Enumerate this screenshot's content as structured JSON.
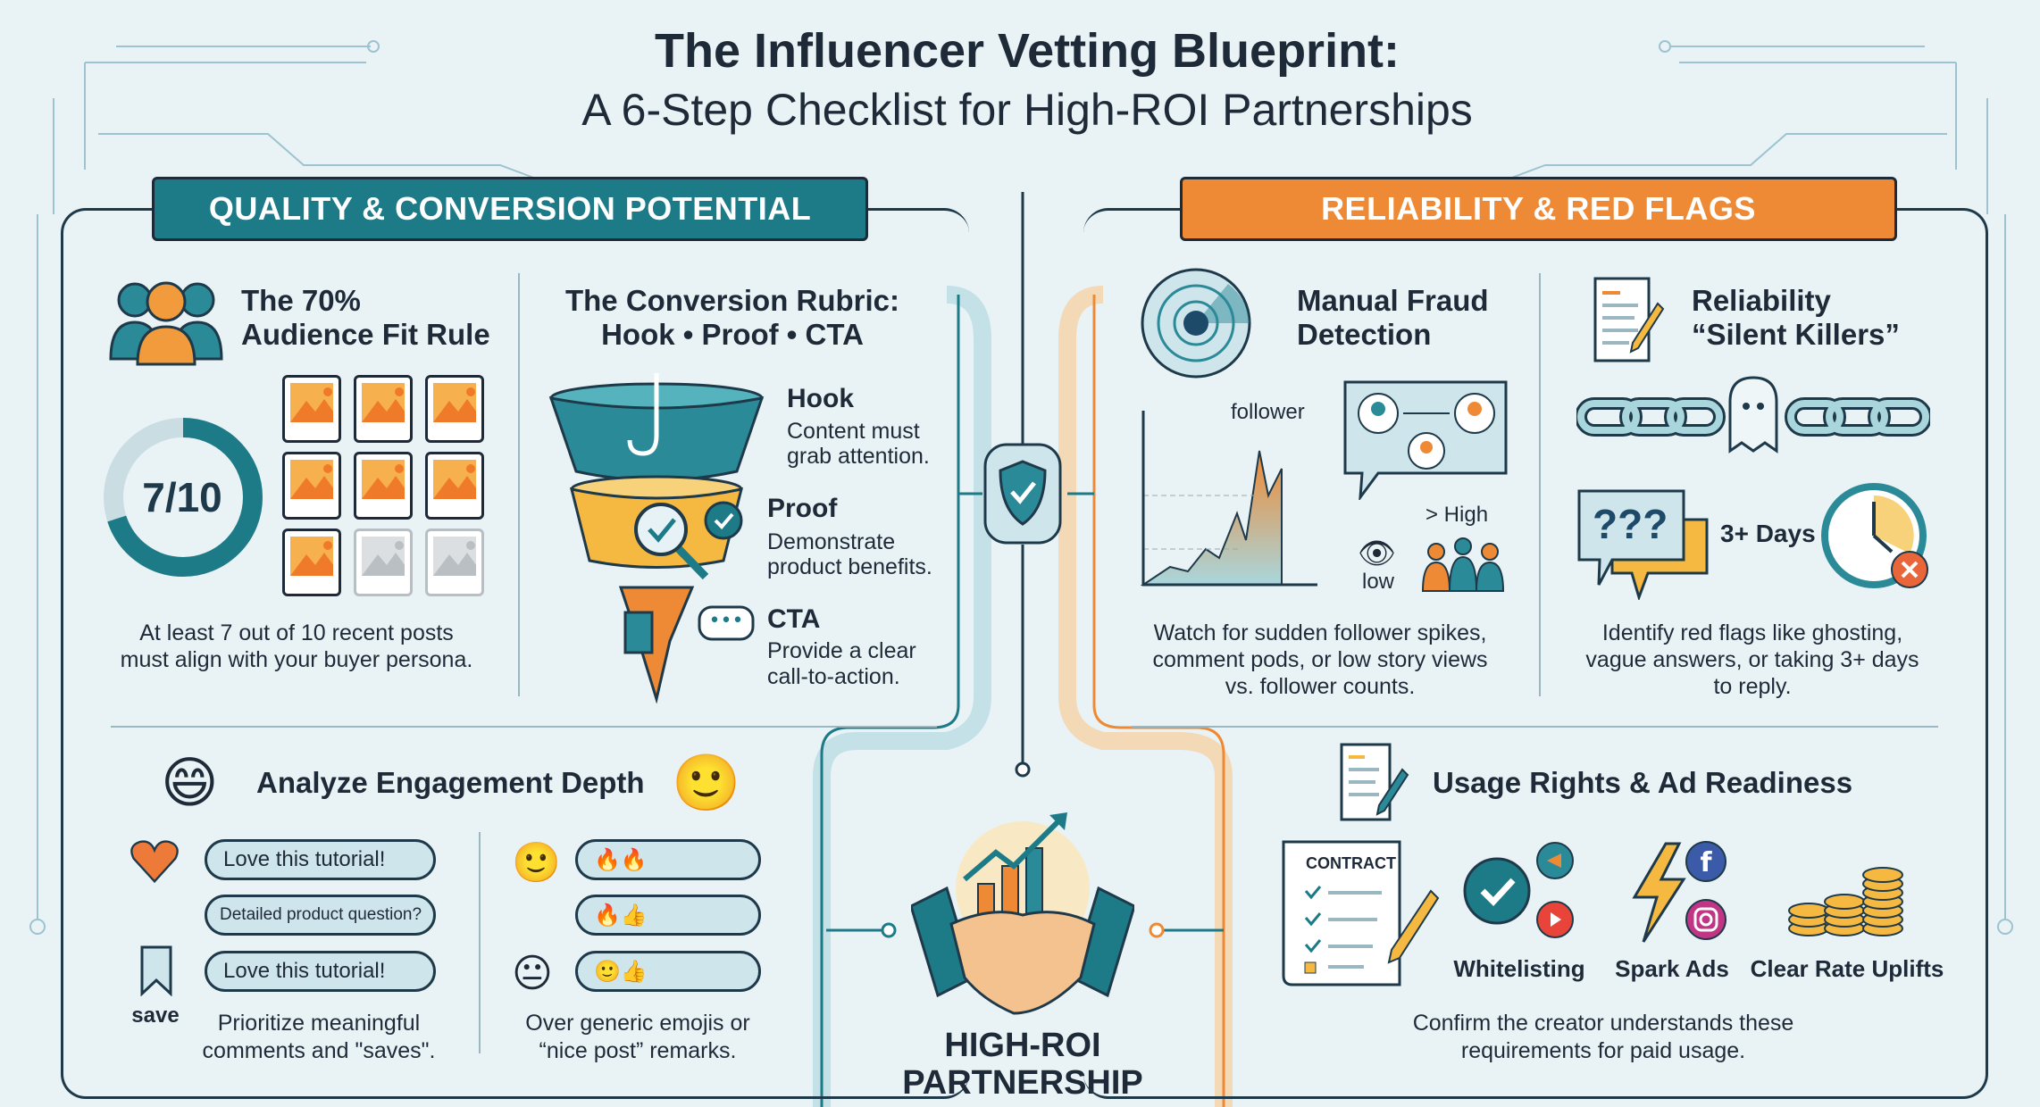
{
  "title": {
    "line1": "The Influencer Vetting Blueprint:",
    "line2": "A 6-Step Checklist for High-ROI Partnerships"
  },
  "colors": {
    "teal": "#1d7a87",
    "orange": "#ee8a35",
    "text": "#1e2a38",
    "background": "#e9f3f6"
  },
  "left": {
    "banner": "QUALITY & CONVERSION POTENTIAL",
    "fit_rule": {
      "title_line1": "The 70%",
      "title_line2": "Audience Fit Rule",
      "score": "7/10",
      "score_fraction": 0.7,
      "posts_matching": 7,
      "posts_total": 9,
      "caption_line1": "At least 7 out of 10 recent posts",
      "caption_line2": "must align with your buyer persona."
    },
    "rubric": {
      "title_line1": "The Conversion Rubric:",
      "title_line2": "Hook • Proof • CTA",
      "steps": [
        {
          "label": "Hook",
          "desc1": "Content must",
          "desc2": "grab attention."
        },
        {
          "label": "Proof",
          "desc1": "Demonstrate",
          "desc2": "product benefits."
        },
        {
          "label": "CTA",
          "desc1": "Provide a clear",
          "desc2": "call-to-action."
        }
      ]
    },
    "engagement": {
      "title": "Analyze Engagement Depth",
      "comments": [
        "Love this tutorial!",
        "Detailed product question?",
        "Love this tutorial!"
      ],
      "generic_comments": [
        "🔥🔥",
        "🔥👍",
        "🙂👍"
      ],
      "save_label": "save",
      "caption_left": [
        "Prioritize meaningful",
        "comments and \"saves\"."
      ],
      "caption_right": [
        "Over generic emojis or",
        "“nice post” remarks."
      ]
    }
  },
  "center": {
    "line1": "HIGH-ROI",
    "line2": "PARTNERSHIP"
  },
  "right": {
    "banner": "RELIABILITY & RED FLAGS",
    "fraud": {
      "title_line1": "Manual Fraud",
      "title_line2": "Detection",
      "chart_label": "follower",
      "high_label": "> High",
      "low_label": "low",
      "caption": [
        "Watch for sudden follower spikes,",
        "comment pods, or low story views",
        "vs. follower counts."
      ]
    },
    "reliability": {
      "title_line1": "Reliability",
      "title_line2": "“Silent Killers”",
      "question_marks": "???",
      "days_label": "3+ Days",
      "caption": [
        "Identify red flags like ghosting,",
        "vague answers, or taking 3+ days",
        "to reply."
      ]
    },
    "usage": {
      "title": "Usage Rights & Ad Readiness",
      "contract_label": "CONTRACT",
      "items": [
        "Whitelisting",
        "Spark Ads",
        "Clear Rate Uplifts"
      ],
      "caption": [
        "Confirm the creator understands these",
        "requirements for paid usage."
      ]
    }
  }
}
